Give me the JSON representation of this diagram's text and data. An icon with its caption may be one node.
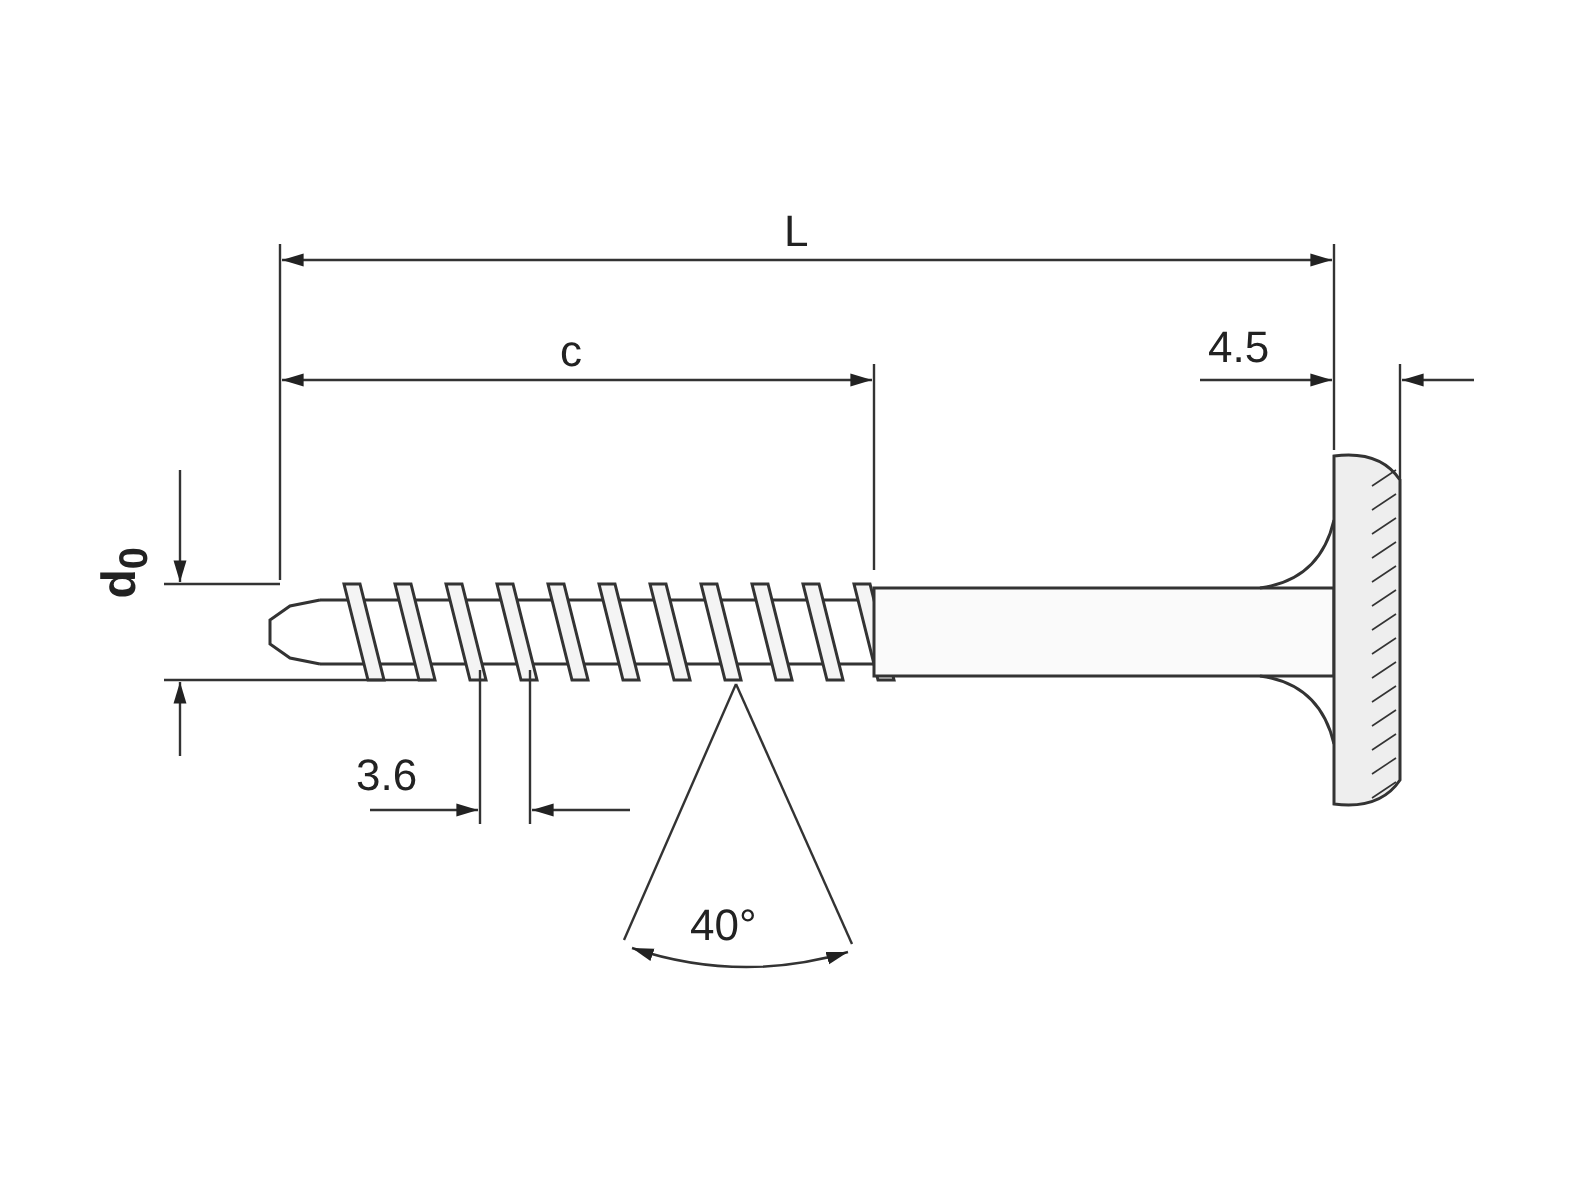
{
  "diagram": {
    "labels": [
      "L",
      "c",
      "4.5",
      "d$_{0}$",
      "3.6",
      "40°"
    ]
  }
}
